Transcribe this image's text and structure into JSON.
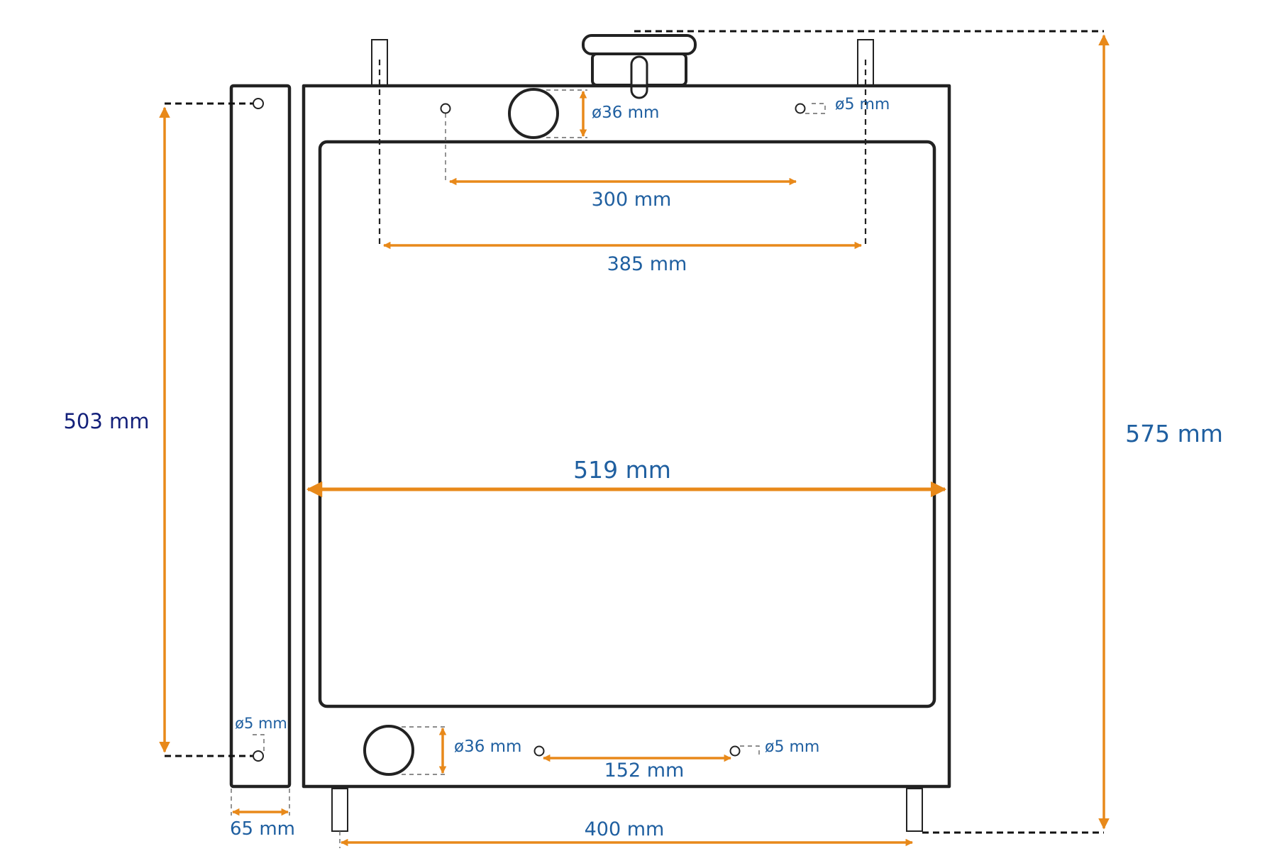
{
  "colors": {
    "dimension_line": "#e8891a",
    "label_text": "#1f5fa0",
    "label_text_dark": "#13207a",
    "outline": "#222222",
    "background": "#ffffff"
  },
  "dimensions": {
    "overall_height": "575 mm",
    "core_width": "519 mm",
    "side_height": "503 mm",
    "side_depth": "65 mm",
    "top_holes_spacing": "300 mm",
    "top_pins_spacing": "385 mm",
    "bottom_holes_spacing": "152 mm",
    "bottom_pins_spacing": "400 mm",
    "top_pipe_diameter": "ø36 mm",
    "bottom_pipe_diameter": "ø36 mm",
    "top_right_hole_diameter": "ø5 mm",
    "bottom_right_hole_diameter": "ø5 mm",
    "side_hole_diameter": "ø5 mm"
  }
}
